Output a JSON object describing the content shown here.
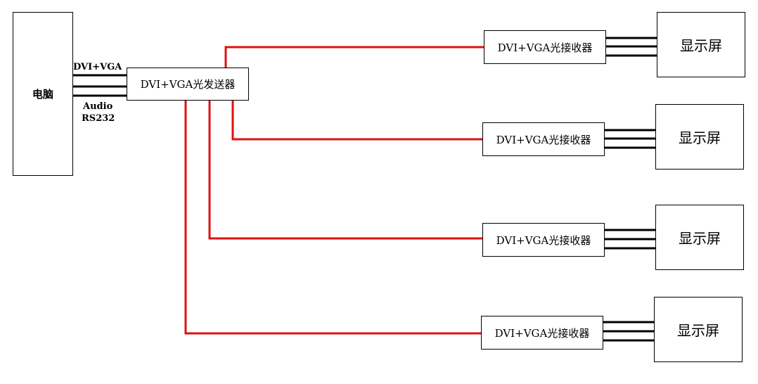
{
  "computer": {
    "label": "电脑"
  },
  "transmitter": {
    "label": "DVI+VGA光发送器"
  },
  "input_labels": {
    "video": "DVI+VGA",
    "audio": "Audio",
    "serial": "RS232"
  },
  "receivers": [
    {
      "label": "DVI+VGA光接收器"
    },
    {
      "label": "DVI+VGA光接收器"
    },
    {
      "label": "DVI+VGA光接收器"
    },
    {
      "label": "DVI+VGA光接收器"
    }
  ],
  "screens": [
    {
      "label": "显示屏"
    },
    {
      "label": "显示屏"
    },
    {
      "label": "显示屏"
    },
    {
      "label": "显示屏"
    }
  ],
  "colors": {
    "fiber": "#dd1111",
    "cable": "#000000"
  }
}
